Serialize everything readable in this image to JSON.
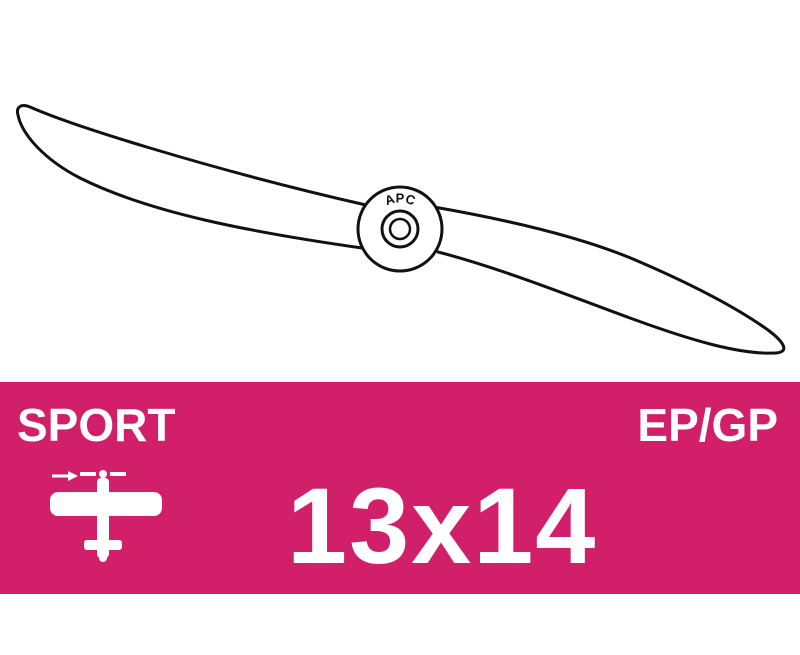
{
  "brand_mark": "APC",
  "band": {
    "category": "SPORT",
    "fuel_type": "EP/GP",
    "size": "13x14",
    "icon": "airplane-icon"
  },
  "colors": {
    "band_background": "#d21f6a",
    "outline": "#111111",
    "text": "#ffffff"
  }
}
